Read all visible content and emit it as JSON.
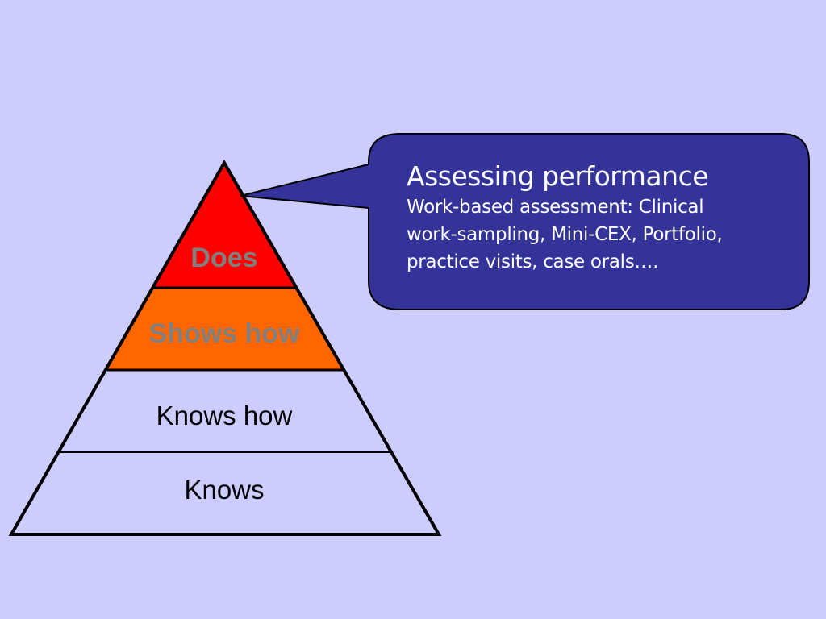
{
  "pyramid": {
    "levels": [
      {
        "label": "Does",
        "fill": "#ff0000",
        "text_color": "#808080",
        "bold": true
      },
      {
        "label": "Shows how",
        "fill": "#ff6600",
        "text_color": "#808080",
        "bold": true
      },
      {
        "label": "Knows how",
        "fill": "#ccccff",
        "text_color": "#000000",
        "bold": false
      },
      {
        "label": "Knows",
        "fill": "#ccccff",
        "text_color": "#000000",
        "bold": false
      }
    ],
    "outline_color": "#000000"
  },
  "callout": {
    "heading": "Assessing performance",
    "body": "Work-based assessment: Clinical work-sampling, Mini-CEX, Portfolio, practice visits, case orals….",
    "fill": "#333399",
    "border": "#000000",
    "text_color": "#ffffff"
  },
  "colors": {
    "background": "#ccccff"
  }
}
